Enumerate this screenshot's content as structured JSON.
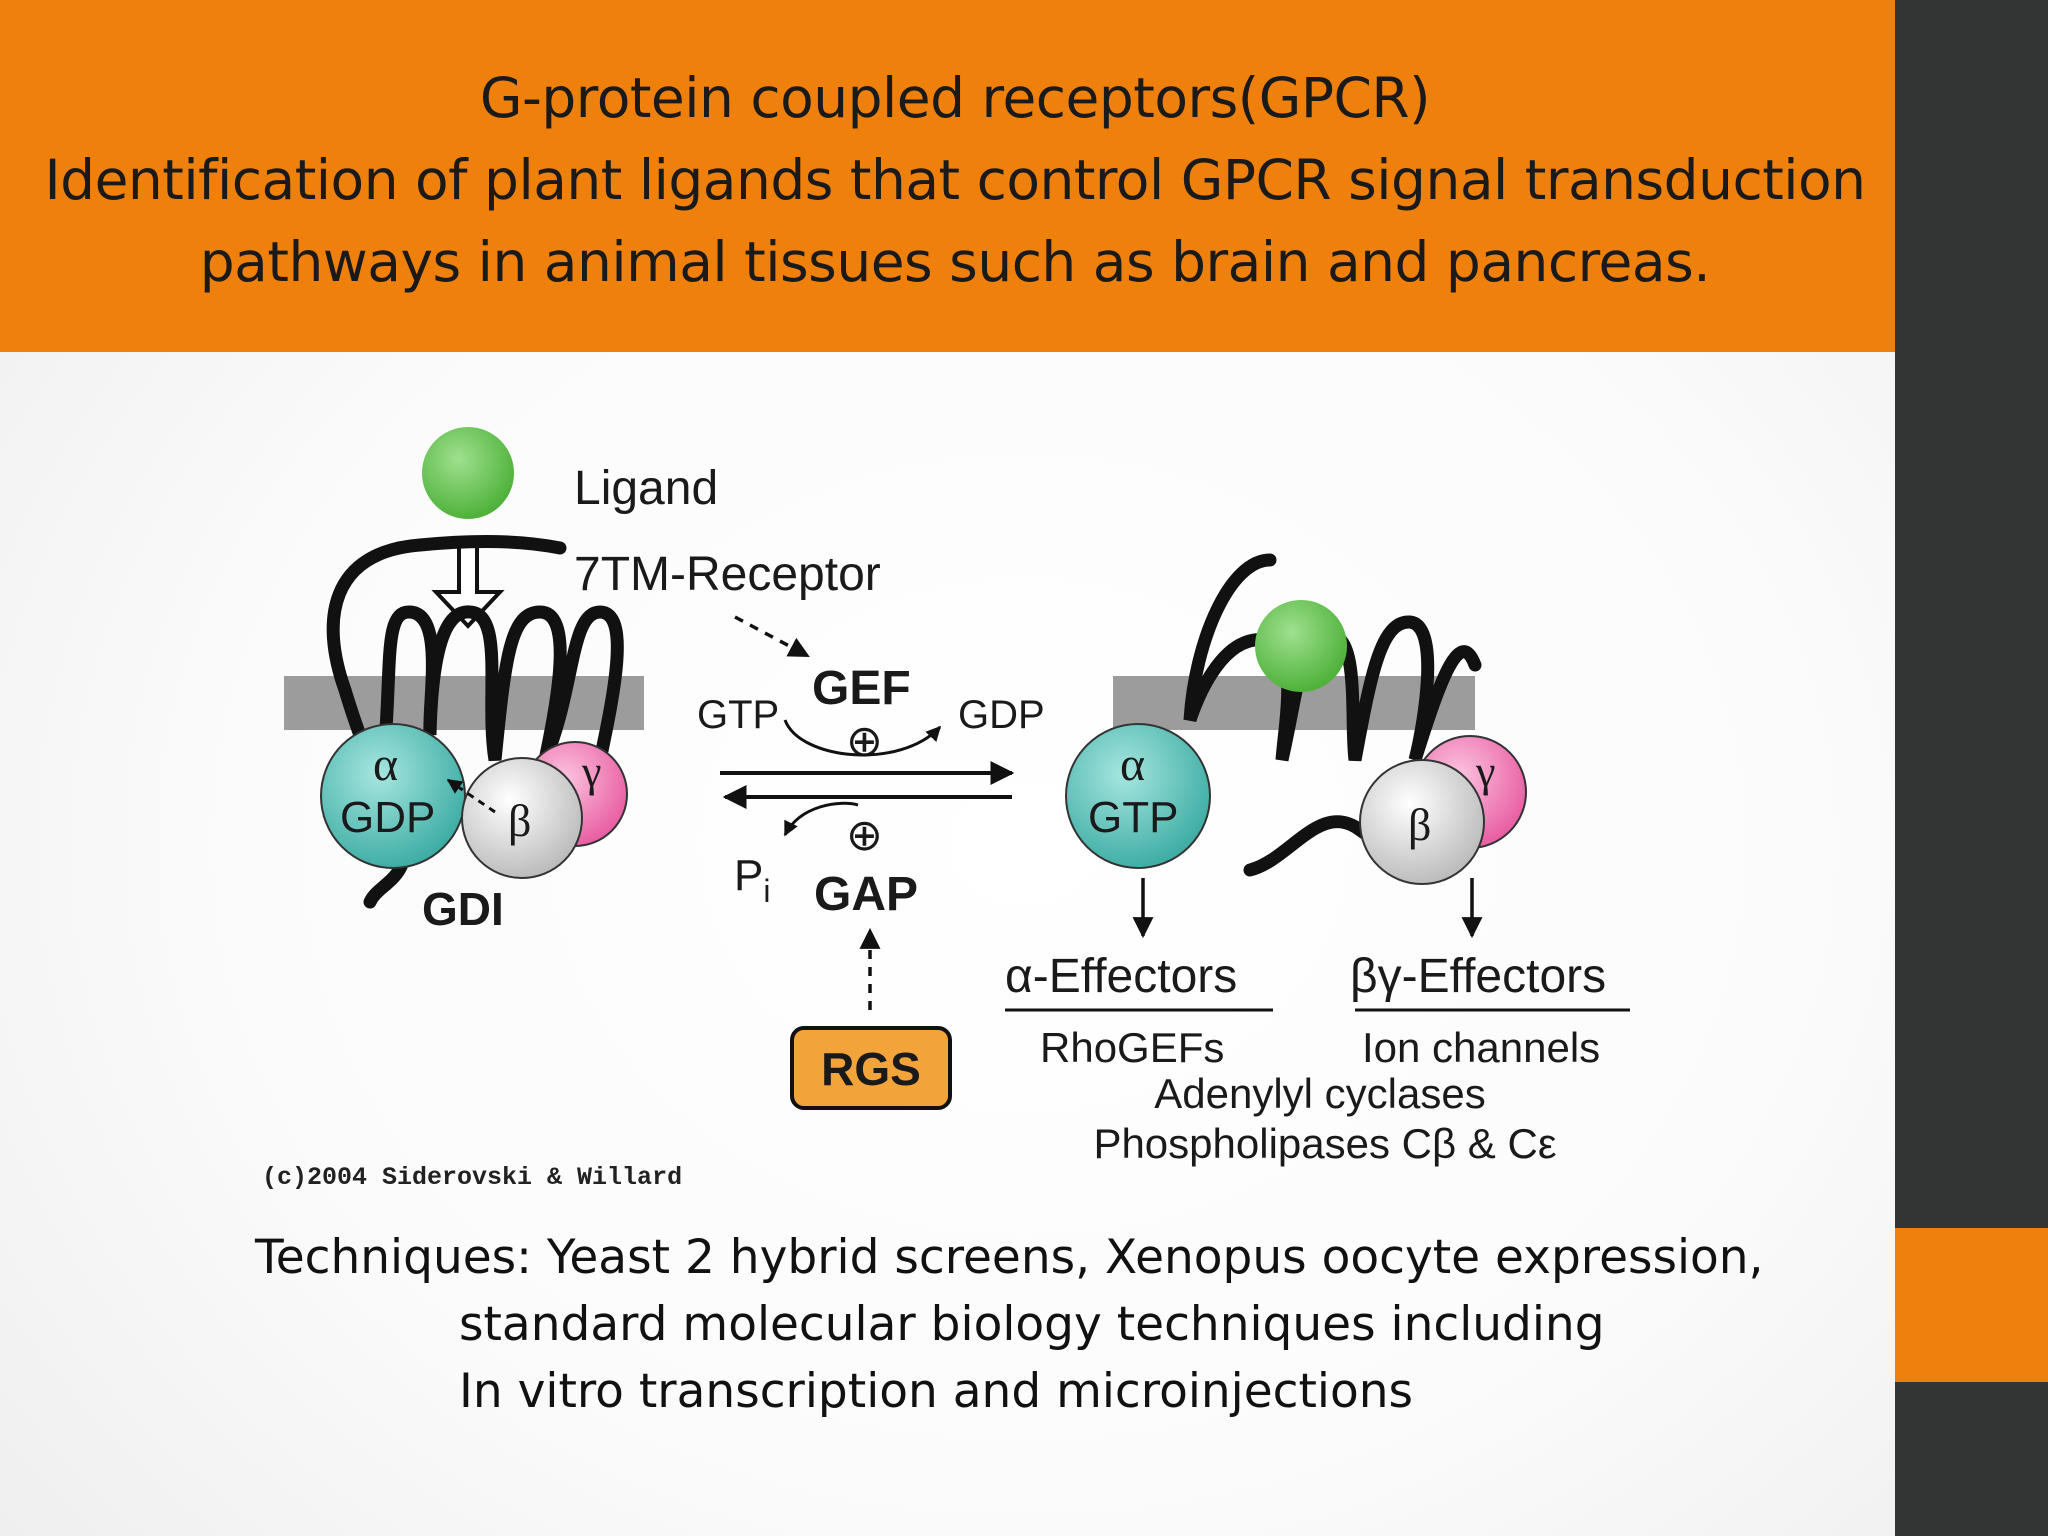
{
  "header": {
    "title": "G-protein coupled receptors(GPCR)",
    "subtitle_line1": "Identification of plant ligands that control GPCR signal transduction",
    "subtitle_line2": "pathways in animal tissues such as brain and pancreas."
  },
  "diagram": {
    "ligand": "Ligand",
    "receptor": "7TM-Receptor",
    "gef": "GEF",
    "gtp": "GTP",
    "gdp": "GDP",
    "plus": "⊕",
    "pi": "P",
    "pi_sub": "i",
    "gap": "GAP",
    "rgs": "RGS",
    "gdi": "GDI",
    "alpha": "α",
    "beta": "β",
    "gamma": "γ",
    "alpha_gdp": "GDP",
    "alpha_gtp": "GTP",
    "alpha_effectors": "α-Effectors",
    "betagamma_effectors": "βγ-Effectors",
    "rhogefs": "RhoGEFs",
    "ion_channels": "Ion channels",
    "adenylyl": "Adenylyl cyclases",
    "phospholipases": "Phospholipases Cβ & Cε",
    "copyright": "(c)2004 Siderovski & Willard"
  },
  "techniques": {
    "line1": "Techniques: Yeast 2 hybrid screens, Xenopus oocyte expression,",
    "line2": "standard molecular biology techniques including",
    "line3": "In vitro transcription and microinjections"
  },
  "colors": {
    "accent_orange": "#f0800c",
    "side_bar": "#333434",
    "ligand_green": "#5ec34a",
    "alpha_teal": "#48bdb3",
    "gamma_pink": "#f07ab7",
    "beta_gray": "#d6d6d6",
    "rgs_orange": "#f2a33a"
  }
}
